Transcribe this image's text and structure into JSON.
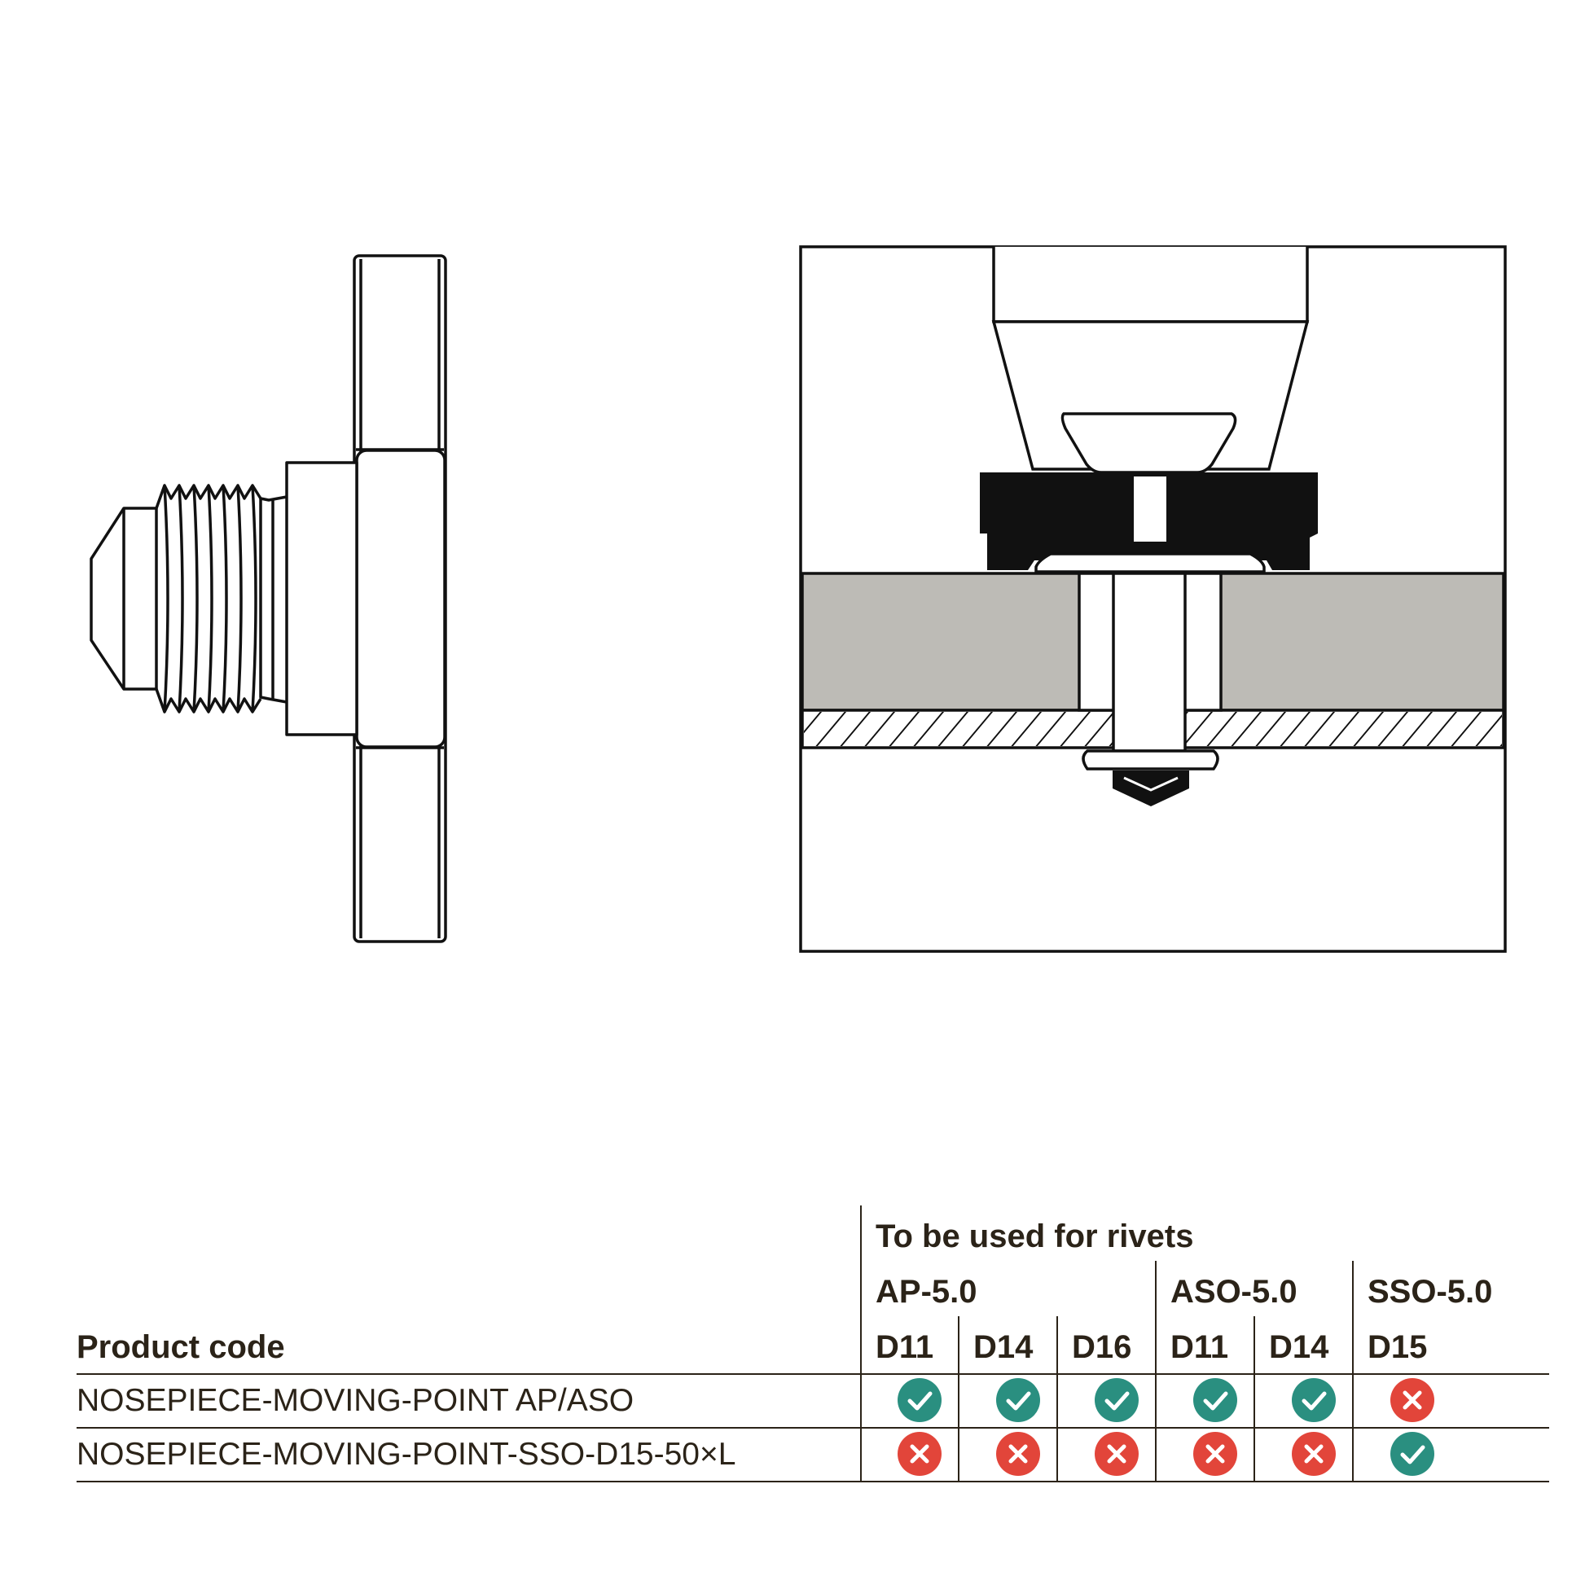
{
  "table": {
    "group_header": "To be used for rivets",
    "product_code_header": "Product code",
    "families": [
      {
        "name": "AP-5.0"
      },
      {
        "name": "ASO-5.0"
      },
      {
        "name": "SSO-5.0"
      }
    ],
    "columns": [
      "D11",
      "D14",
      "D16",
      "D11",
      "D14",
      "D15"
    ],
    "rows": [
      {
        "code": "NOSEPIECE-MOVING-POINT AP/ASO",
        "compat": [
          true,
          true,
          true,
          true,
          true,
          false
        ]
      },
      {
        "code": "NOSEPIECE-MOVING-POINT-SSO-D15-50×L",
        "compat": [
          false,
          false,
          false,
          false,
          false,
          true
        ]
      }
    ]
  },
  "icons": {
    "yes": "check-icon",
    "no": "cross-icon"
  },
  "colors": {
    "yes": "#2a8f80",
    "no": "#e2453a",
    "text": "#2b2318",
    "material": "#bdbbb6"
  }
}
